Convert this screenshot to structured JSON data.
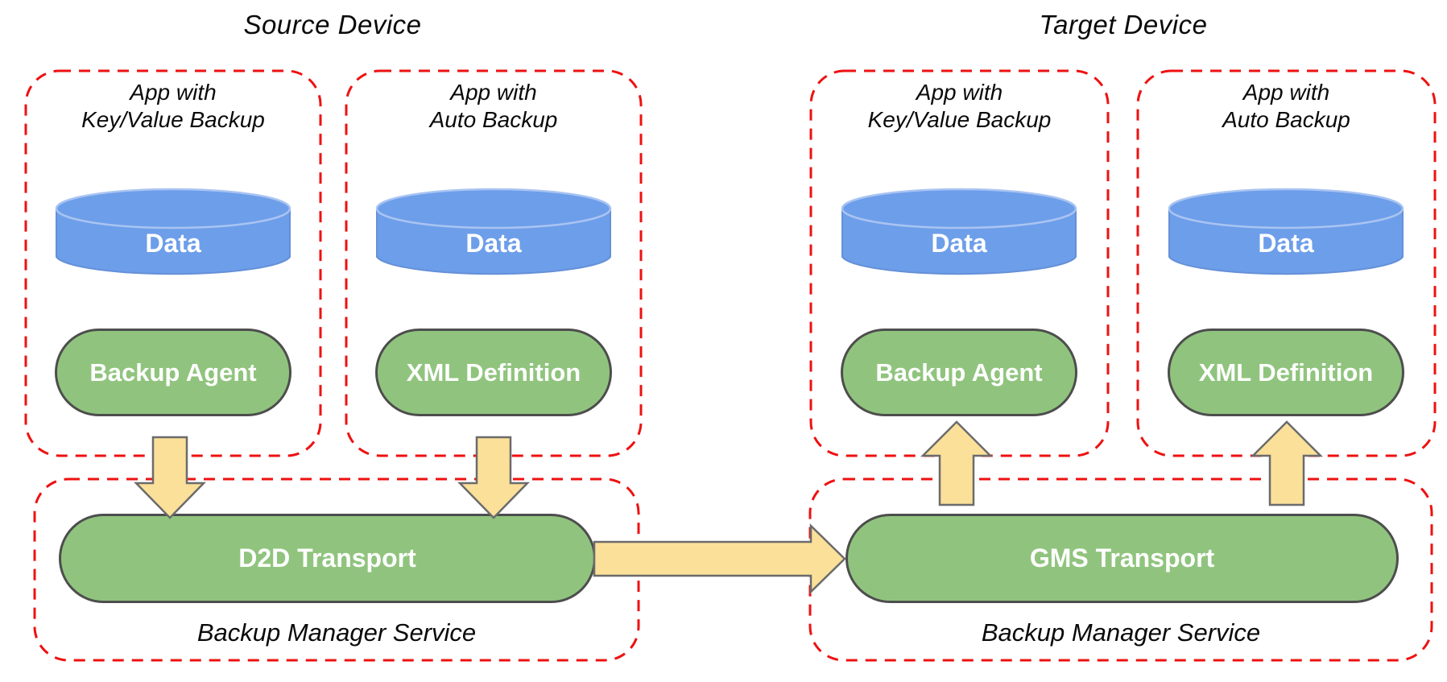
{
  "colors": {
    "canvas_bg": "#ffffff",
    "box_dash": "#ee1111",
    "cylinder_fill": "#6d9eea",
    "cylinder_edge": "#6590d8",
    "cylinder_rim": "#a9c4f2",
    "pill_fill": "#90c47e",
    "pill_stroke": "#4d4d4d",
    "arrow_fill": "#fbe09a",
    "arrow_stroke": "#6b6b6b",
    "shape_text": "#ffffff"
  },
  "devices": [
    {
      "title": "Source Device",
      "apps": [
        {
          "name_line1": "App with",
          "name_line2": "Key/Value Backup",
          "store": "Data",
          "component": "Backup Agent"
        },
        {
          "name_line1": "App with",
          "name_line2": "Auto Backup",
          "store": "Data",
          "component": "XML Definition"
        }
      ],
      "service": {
        "transport": "D2D Transport",
        "caption": "Backup Manager Service"
      }
    },
    {
      "title": "Target Device",
      "apps": [
        {
          "name_line1": "App with",
          "name_line2": "Key/Value Backup",
          "store": "Data",
          "component": "Backup Agent"
        },
        {
          "name_line1": "App with",
          "name_line2": "Auto Backup",
          "store": "Data",
          "component": "XML Definition"
        }
      ],
      "service": {
        "transport": "GMS Transport",
        "caption": "Backup Manager Service"
      }
    }
  ],
  "icons": {
    "source_kv_flow": "down-arrow",
    "source_auto_flow": "down-arrow",
    "d2d_to_gms_flow": "right-arrow",
    "target_kv_flow": "up-arrow",
    "target_auto_flow": "up-arrow"
  }
}
